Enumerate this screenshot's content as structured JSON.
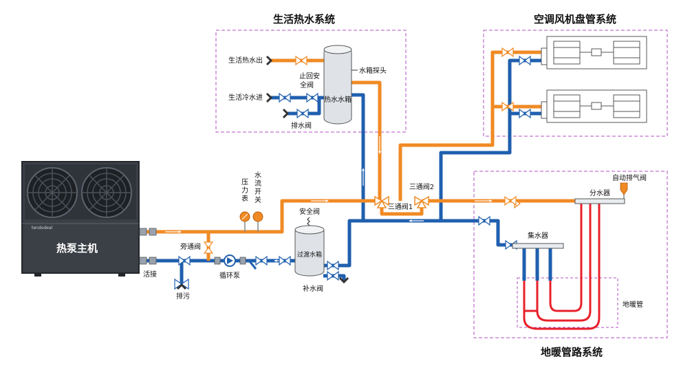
{
  "systems": {
    "hot_water": "生活热水系统",
    "fan_coil": "空调风机盘管系统",
    "floor_heating": "地暖管路系统"
  },
  "heat_pump": {
    "label": "热泵主机",
    "brand": "tendodeal"
  },
  "labels": {
    "hot_water_out": "生活热水出",
    "cold_water_in": "生活冷水进",
    "check_safety_valve_1": "止回安",
    "check_safety_valve_2": "全阀",
    "drain_valve": "排水阀",
    "tank_probe": "水箱探头",
    "hot_water_tank": "热水水箱",
    "pressure_gauge_1": "压",
    "pressure_gauge_2": "力",
    "pressure_gauge_3": "表",
    "flow_switch_1": "水",
    "flow_switch_2": "流",
    "flow_switch_3": "开",
    "flow_switch_4": "关",
    "bypass_valve": "旁通阀",
    "union": "活接",
    "sewage": "排污",
    "circulation_pump": "循环泵",
    "safety_valve": "安全阀",
    "buffer_tank": "过渡水箱",
    "makeup_valve": "补水阀",
    "three_way_1": "三通阀1",
    "three_way_2": "三通阀2",
    "auto_air_vent": "自动排气阀",
    "distributor": "分水器",
    "collector": "集水器",
    "floor_heating_pipe": "地暖管"
  },
  "colors": {
    "hot_pipe": "#f08a24",
    "cold_pipe": "#1f5fae",
    "floor_pipe": "#e8202a",
    "dashed_box": "#b04fc0",
    "unit_body": "#3b4047"
  }
}
